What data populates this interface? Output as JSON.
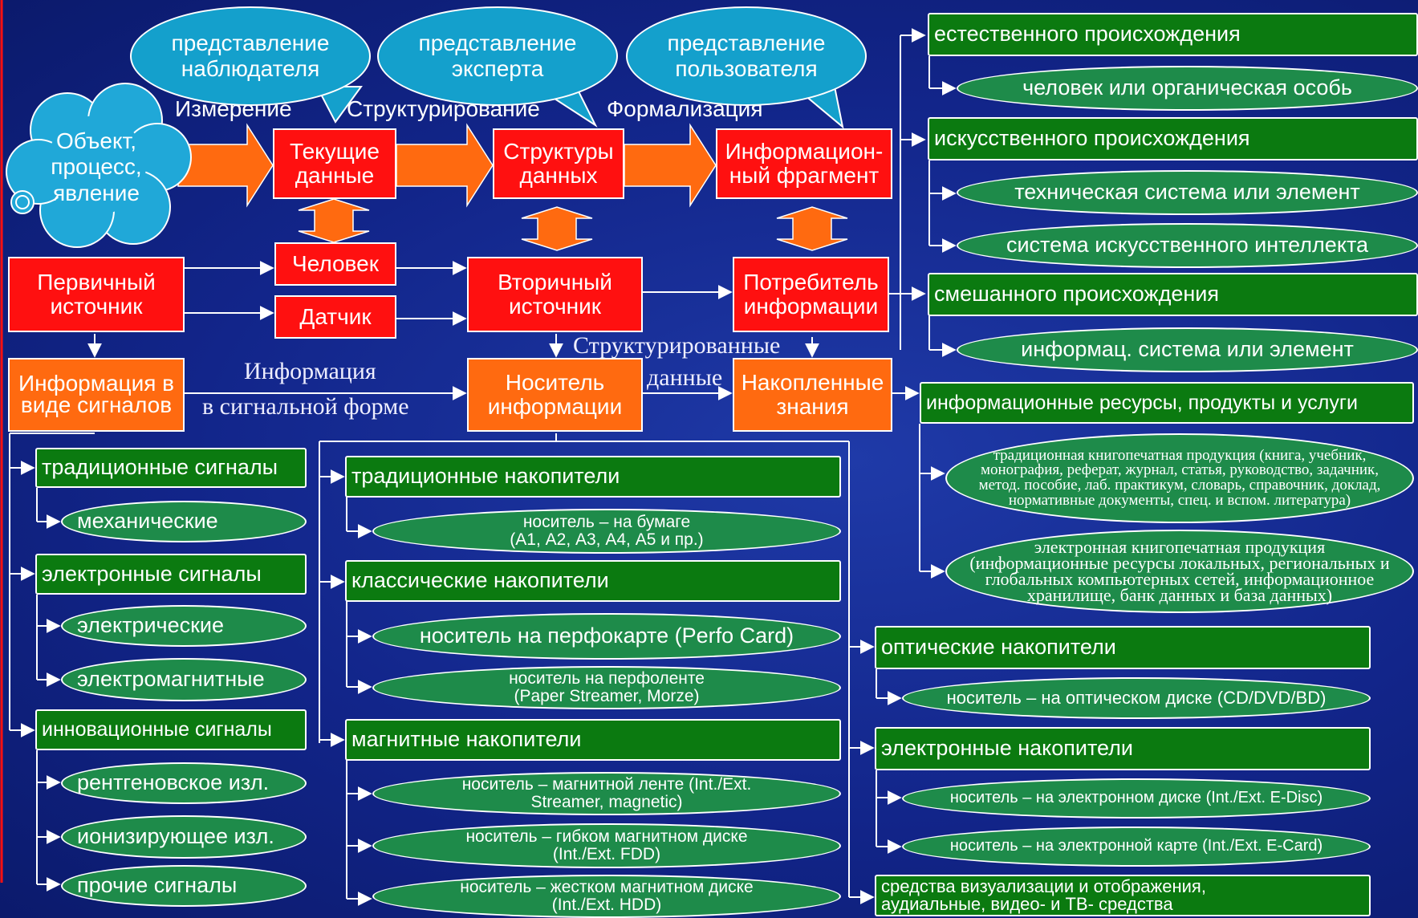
{
  "bubbles": [
    "представление наблюдателя",
    "представление эксперта",
    "представление пользователя"
  ],
  "cloud": "Объект, процесс, явление",
  "process_labels": [
    "Измерение",
    "Структурирование",
    "Формализация"
  ],
  "boxes": {
    "current_data": "Текущие данные",
    "data_structures": "Структуры данных",
    "info_fragment": "Информацион-ный фрагмент",
    "primary_source": "Первичный источник",
    "human": "Человек",
    "sensor": "Датчик",
    "secondary_source": "Вторичный источник",
    "consumer": "Потребитель информации",
    "signal_info": "Информация в виде сигналов",
    "carrier": "Носитель информации",
    "knowledge": "Накопленные знания"
  },
  "flow_labels": {
    "signal_form_1": "Информация",
    "signal_form_2": "в сигнальной форме",
    "structured_1": "Структурированные",
    "structured_2": "данные"
  },
  "origin": {
    "natural": "естественного происхождения",
    "natural_item": "человек или органическая особь",
    "artificial": "искусственного происхождения",
    "artificial_items": [
      "техническая система или элемент",
      "система искусственного интеллекта"
    ],
    "mixed": "смешанного происхождения",
    "mixed_item": "информац. система или элемент"
  },
  "resources": {
    "title": "информационные ресурсы, продукты и услуги",
    "traditional": "традиционная книгопечатная продукция (книга, учебник, монография, реферат, журнал, статья, руководство, задачник, метод. пособие, лаб. практикум, словарь, справочник, доклад, нормативные документы, спец. и вспом. литература)",
    "electronic": "электронная книгопечатная продукция (информационные ресурсы локальных, региональных и глобальных компьютерных сетей, информационное хранилище, банк данных и база данных)"
  },
  "signals": {
    "traditional": "традиционные сигналы",
    "mechanical": "механические",
    "electronic": "электронные сигналы",
    "electric": "электрические",
    "electromagnetic": "электромагнитные",
    "innovative": "инновационные сигналы",
    "xray": "рентгеновское изл.",
    "ionizing": "ионизирующее изл.",
    "other": "прочие сигналы"
  },
  "storage": {
    "traditional": "традиционные накопители",
    "paper_1": "носитель – на бумаге",
    "paper_2": "(А1, А2, А3, А4, А5 и пр.)",
    "classic": "классические накопители",
    "perfocard": "носитель на перфокарте (Perfo Card)",
    "perfotape_1": "носитель на перфоленте",
    "perfotape_2": "(Paper Streamer, Morze)",
    "magnetic": "магнитные накопители",
    "tape_1": "носитель – магнитной ленте (Int./Ext.",
    "tape_2": "Streamer, magnetic)",
    "fdd_1": "носитель – гибком магнитном диске",
    "fdd_2": "(Int./Ext. FDD)",
    "hdd_1": "носитель – жестком магнитном диске",
    "hdd_2": "(Int./Ext. HDD)",
    "optical": "оптические накопители",
    "optical_item": "носитель – на оптическом диске (CD/DVD/BD)",
    "electronic": "электронные накопители",
    "edisc": "носитель – на электронном диске (Int./Ext. E-Disc)",
    "ecard": "носитель – на электронной карте (Int./Ext. E-Card)",
    "visual_1": "средства визуализации и отображения,",
    "visual_2": "аудиальные, видео- и ТВ- средства"
  },
  "colors": {
    "background": "#12258a",
    "red_box": "#ff1010",
    "orange_box": "#ff6a10",
    "green_box": "#0b7a10",
    "green_pill": "#1e8b4a",
    "bubble": "#14a0cc",
    "cloud": "#20a8d8",
    "left_border": "#ff1010"
  }
}
